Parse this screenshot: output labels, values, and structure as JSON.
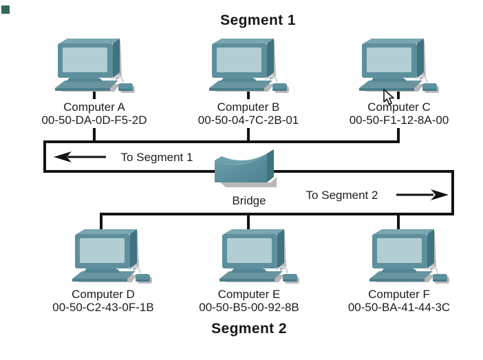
{
  "titles": {
    "segment1": "Segment 1",
    "segment2": "Segment 2"
  },
  "bridge": {
    "label": "Bridge"
  },
  "arrows": {
    "to_segment1": "To Segment 1",
    "to_segment2": "To Segment 2"
  },
  "computers": [
    {
      "id": "A",
      "name": "Computer A",
      "mac": "00-50-DA-0D-F5-2D",
      "segment": "Segment 1"
    },
    {
      "id": "B",
      "name": "Computer B",
      "mac": "00-50-04-7C-2B-01",
      "segment": "Segment 1"
    },
    {
      "id": "C",
      "name": "Computer C",
      "mac": "00-50-F1-12-8A-00",
      "segment": "Segment 1"
    },
    {
      "id": "D",
      "name": "Computer D",
      "mac": "00-50-C2-43-0F-1B",
      "segment": "Segment 2"
    },
    {
      "id": "E",
      "name": "Computer E",
      "mac": "00-50-B5-00-92-8B",
      "segment": "Segment 2"
    },
    {
      "id": "F",
      "name": "Computer F",
      "mac": "00-50-BA-41-44-3C",
      "segment": "Segment 2"
    }
  ],
  "icons": {
    "computer": "desktop-computer-icon",
    "bridge": "bridge-device-icon",
    "cursor": "mouse-arrow-cursor"
  },
  "colors": {
    "device_teal": "#5d8f9c",
    "device_teal_dark": "#3f7382",
    "device_teal_light": "#79a6af",
    "screen_light": "#b2ced3",
    "shadow_gray": "#b8b8b8",
    "line_black": "#121212",
    "text": "#1c1c1c",
    "background": "#ffffff",
    "corner_square": "#2e6b5e"
  }
}
